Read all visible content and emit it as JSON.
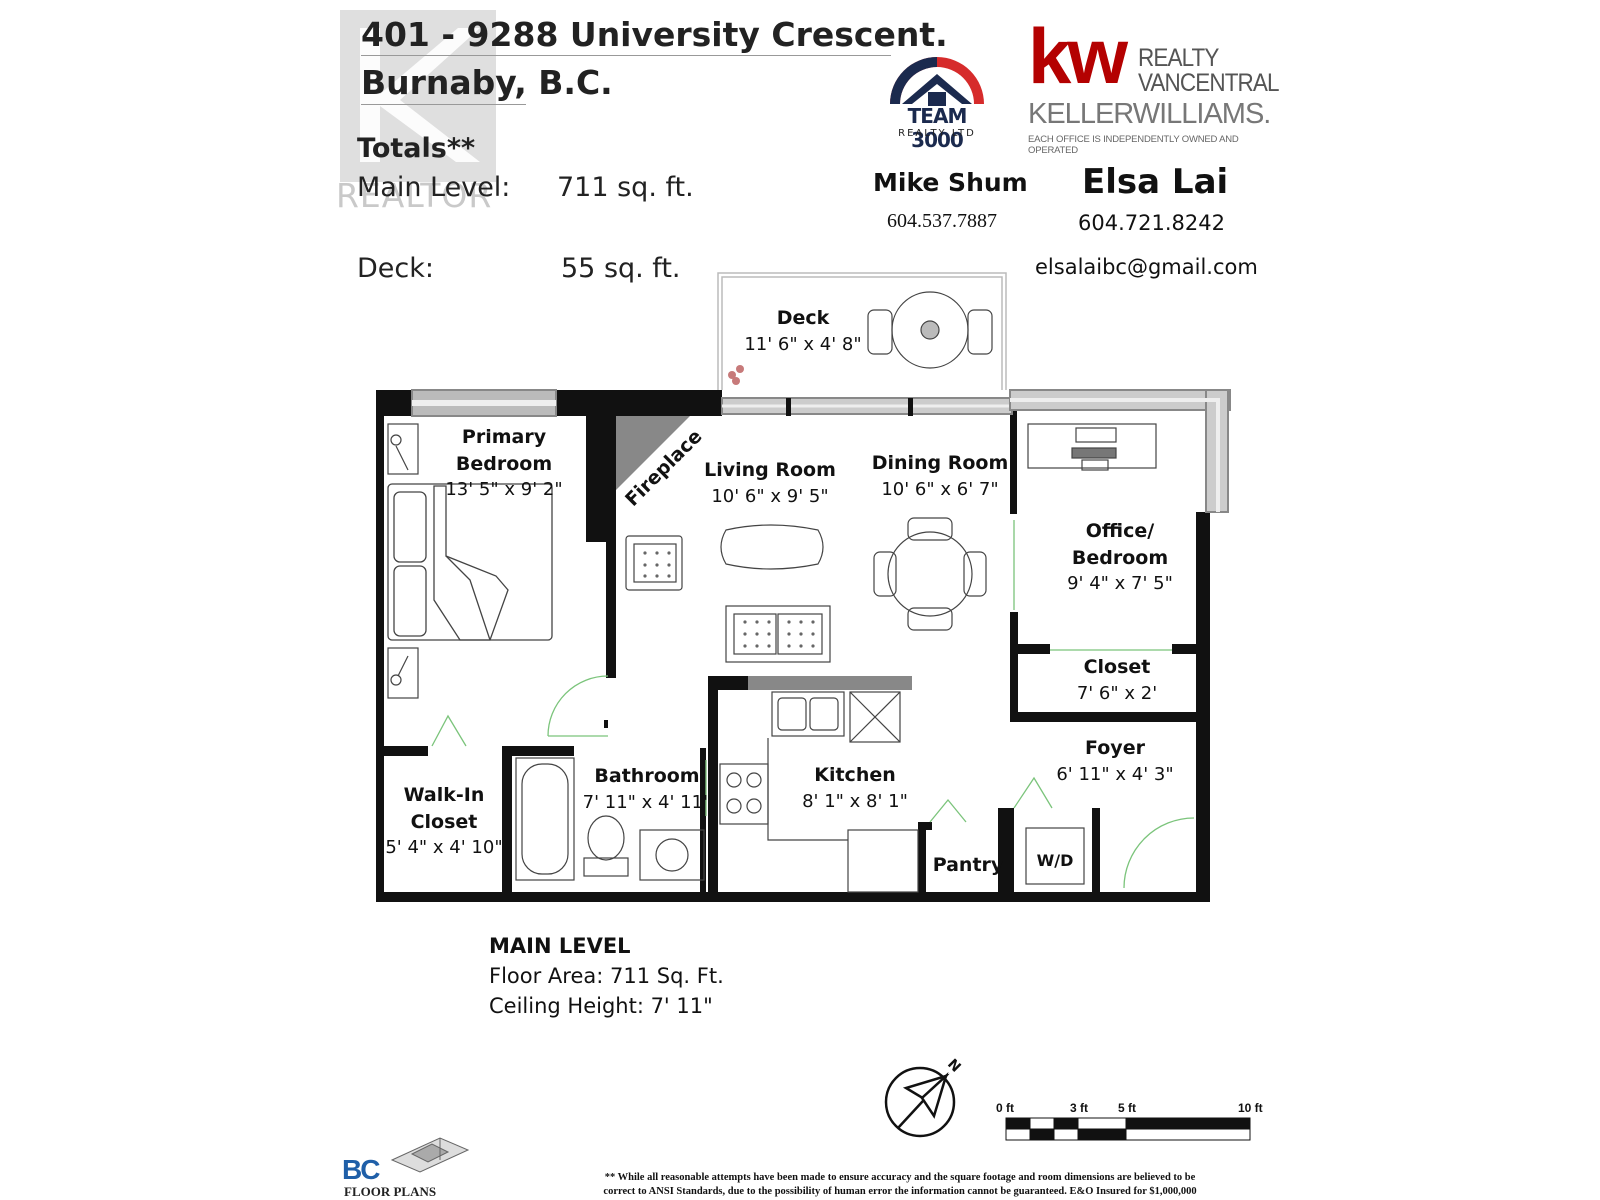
{
  "header": {
    "address_line1": "401 - 9288 University Crescent.",
    "address_line2": "Burnaby, B.C."
  },
  "totals": {
    "label": "Totals**",
    "main_label": "Main Level:",
    "main_value": "711 sq. ft.",
    "deck_label": "Deck:",
    "deck_value": "55 sq. ft."
  },
  "watermark": {
    "text": "REALTOR"
  },
  "logos": {
    "team3000_line1": "TEAM 3000",
    "team3000_line2": "REALTY LTD",
    "kw_mark": "kw",
    "kw_line1": "REALTY",
    "kw_line2": "VANCENTRAL",
    "kw_brand": "KELLERWILLIAMS.",
    "kw_tagline": "EACH OFFICE IS INDEPENDENTLY OWNED AND OPERATED"
  },
  "agents": [
    {
      "name": "Mike Shum",
      "phone": "604.537.7887"
    },
    {
      "name": "Elsa Lai",
      "phone": "604.721.8242",
      "email": "elsalaibc@gmail.com"
    }
  ],
  "rooms": {
    "deck": {
      "name": "Deck",
      "dims": "11' 6\" x 4' 8\""
    },
    "primary_bedroom": {
      "name": "Primary Bedroom",
      "dims": "13' 5\" x 9' 2\""
    },
    "fireplace": {
      "name": "Fireplace"
    },
    "living_room": {
      "name": "Living Room",
      "dims": "10' 6\" x 9' 5\""
    },
    "dining_room": {
      "name": "Dining Room",
      "dims": "10' 6\" x 6' 7\""
    },
    "office": {
      "name_line1": "Office/",
      "name_line2": "Bedroom",
      "dims": "9' 4\" x 7' 5\""
    },
    "closet": {
      "name": "Closet",
      "dims": "7' 6\" x 2'"
    },
    "foyer": {
      "name": "Foyer",
      "dims": "6' 11\" x 4' 3\""
    },
    "walkin": {
      "name_line1": "Walk-In",
      "name_line2": "Closet",
      "dims": "5' 4\" x 4' 10\""
    },
    "bathroom": {
      "name": "Bathroom",
      "dims": "7' 11\" x 4' 11\""
    },
    "kitchen": {
      "name": "Kitchen",
      "dims": "8' 1\" x 8' 1\""
    },
    "pantry": {
      "name": "Pantry"
    },
    "wd": {
      "name": "W/D"
    }
  },
  "main_level": {
    "heading": "MAIN LEVEL",
    "floor_area": "Floor Area: 711 Sq. Ft.",
    "ceiling": "Ceiling Height: 7' 11\""
  },
  "compass": {
    "label": "N"
  },
  "scale": {
    "labels": [
      "0 ft",
      "3 ft",
      "5 ft",
      "10 ft"
    ]
  },
  "brand": {
    "mark": "BC",
    "text": "FLOOR PLANS"
  },
  "disclaimer": {
    "line1": "** While all reasonable attempts have been made to ensure accuracy and the square footage and room dimensions are believed to be",
    "line2": "correct to ANSI Standards, due to the possibility of human error the information cannot be guaranteed. E&O Insured for $1,000,000"
  }
}
